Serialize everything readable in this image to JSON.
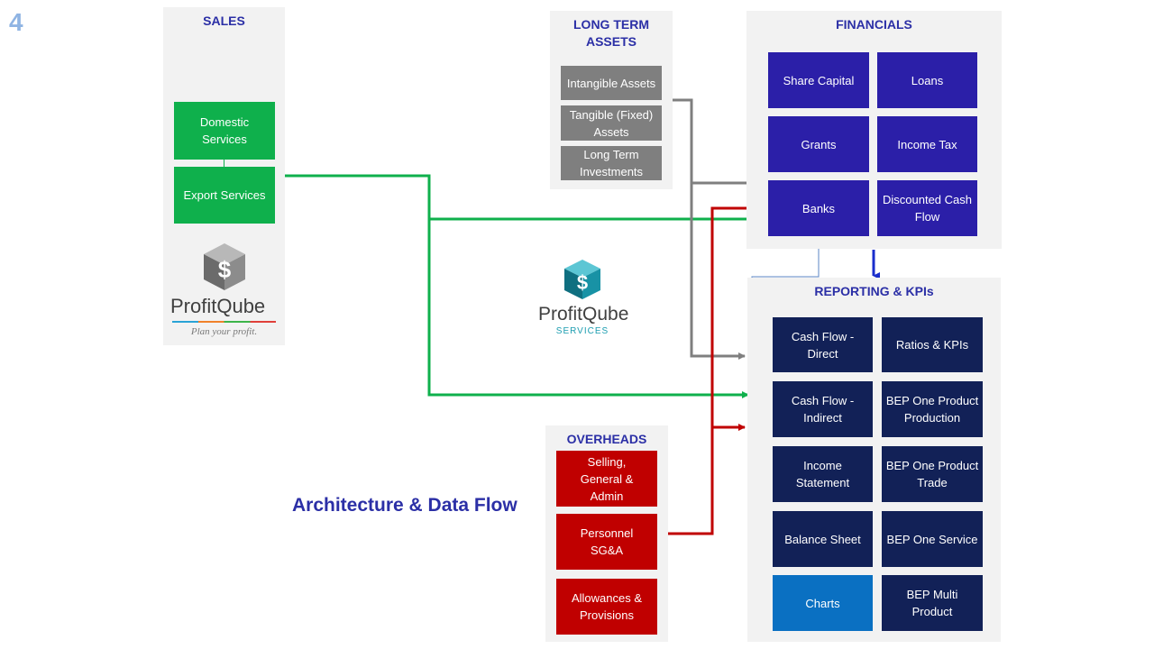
{
  "page_number": "4",
  "heading": "Architecture & Data Flow",
  "sales": {
    "title": "SALES",
    "items": [
      "Domestic Services",
      "Export Services"
    ],
    "logo": {
      "name": "ProfitQube",
      "tagline": "Plan your profit."
    }
  },
  "long_term_assets": {
    "title_line1": "LONG TERM",
    "title_line2": "ASSETS",
    "items": [
      "Intangible Assets",
      "Tangible (Fixed) Assets",
      "Long Term Investments"
    ]
  },
  "financials": {
    "title": "FINANCIALS",
    "items": [
      "Share Capital",
      "Loans",
      "Grants",
      "Income Tax",
      "Banks",
      "Discounted Cash Flow"
    ]
  },
  "center_logo": {
    "name": "ProfitQube",
    "subtitle": "SERVICES"
  },
  "reporting": {
    "title": "REPORTING & KPIs",
    "items": [
      "Cash Flow - Direct",
      "Ratios & KPIs",
      "Cash Flow - Indirect",
      "BEP One Product Production",
      "Income Statement",
      "BEP One Product Trade",
      "Balance Sheet",
      "BEP One Service",
      "Charts",
      "BEP Multi Product"
    ]
  },
  "overheads": {
    "title": "OVERHEADS",
    "items": [
      "Selling, General & Admin",
      "Personnel SG&A",
      "Allowances & Provisions"
    ]
  },
  "colors": {
    "sales_green": "#0fb04c",
    "asset_gray": "#7f7f7f",
    "financial_navy": "#2b1fa8",
    "reporting_navy": "#122157",
    "charts_blue": "#0a70c2",
    "overhead_red": "#c00000",
    "title_blue": "#2b2fa6"
  }
}
